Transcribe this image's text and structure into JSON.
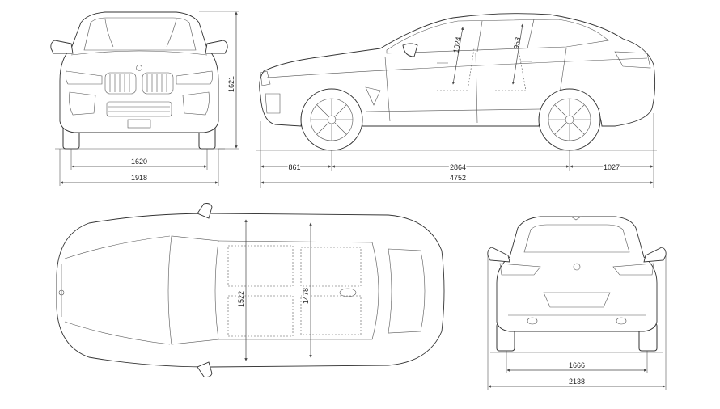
{
  "views": {
    "front": {
      "name": "front-view"
    },
    "side": {
      "name": "side-view"
    },
    "top": {
      "name": "top-view"
    },
    "rear": {
      "name": "rear-view"
    }
  },
  "dimensions": {
    "front_track": "1620",
    "overall_width_front": "1918",
    "overall_height": "1621",
    "front_overhang": "861",
    "wheelbase": "2864",
    "rear_overhang": "1027",
    "overall_length": "4752",
    "front_headroom": "1024",
    "rear_headroom": "953",
    "front_shoulder_width": "1522",
    "rear_shoulder_width": "1478",
    "rear_track": "1666",
    "overall_width_mirrors": "2138"
  }
}
